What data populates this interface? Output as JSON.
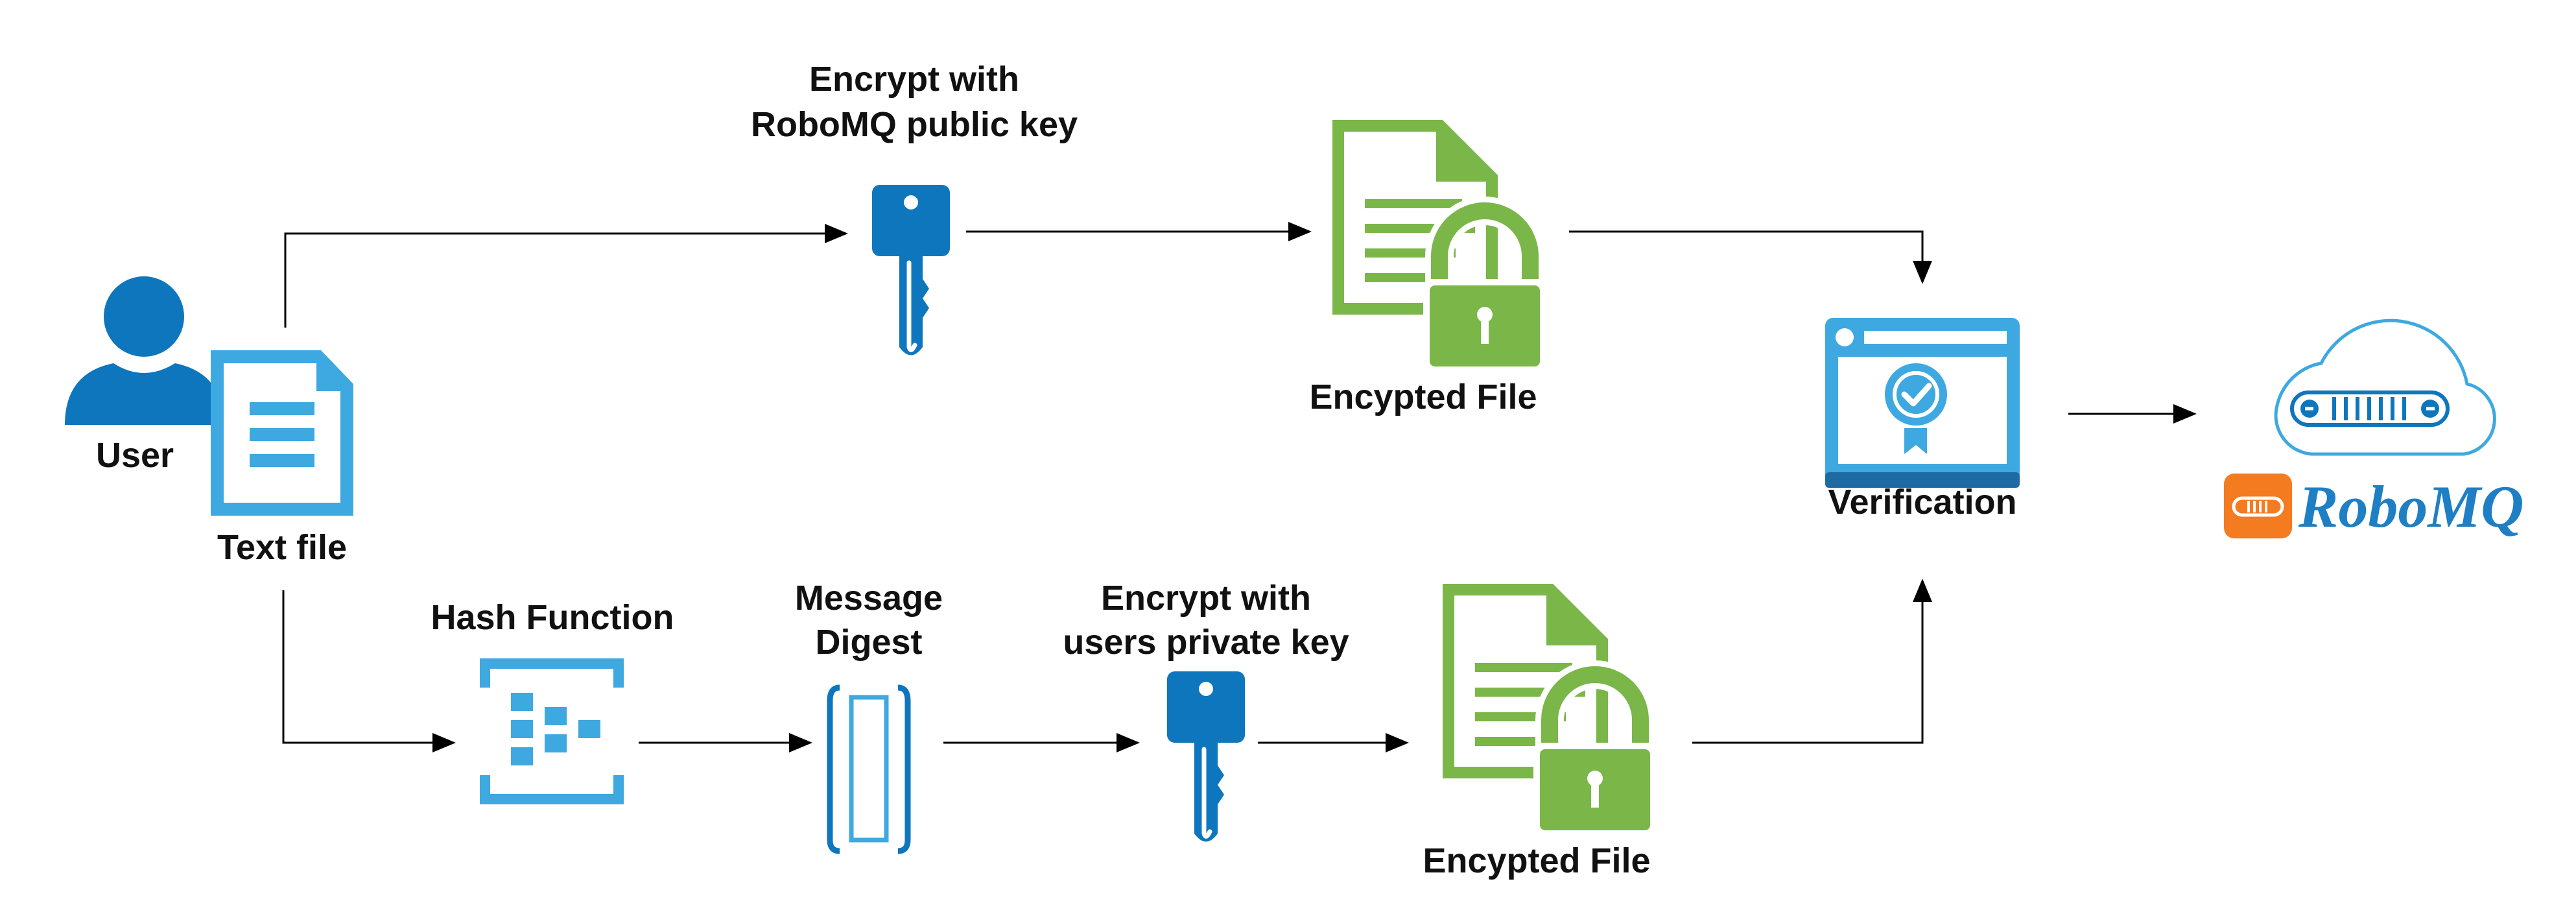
{
  "labels": {
    "user": "User",
    "text_file": "Text file",
    "encrypt_public_line1": "Encrypt with",
    "encrypt_public_line2": "RoboMQ public key",
    "encrypted_file_top": "Encypted File",
    "verification": "Verification",
    "hash_function": "Hash Function",
    "message_digest_line1": "Message",
    "message_digest_line2": "Digest",
    "encrypt_private_line1": "Encrypt with",
    "encrypt_private_line2": "users private key",
    "encrypted_file_bottom": "Encypted File",
    "brand": "RoboMQ"
  },
  "icons": {
    "user": "user-icon",
    "text_file": "document-icon",
    "public_key": "key-icon",
    "encrypted_file": "locked-document-icon",
    "verification": "certificate-window-icon",
    "hash_function": "hash-function-icon",
    "message_digest": "message-digest-icon",
    "private_key": "key-icon",
    "cloud": "cloud-queue-icon",
    "brand_logo": "robomq-logo-icon"
  },
  "colors": {
    "blue_dark": "#0e76bc",
    "blue_light": "#3ea8e0",
    "green": "#7ab648",
    "orange": "#f47b20",
    "arrow": "#000000"
  }
}
